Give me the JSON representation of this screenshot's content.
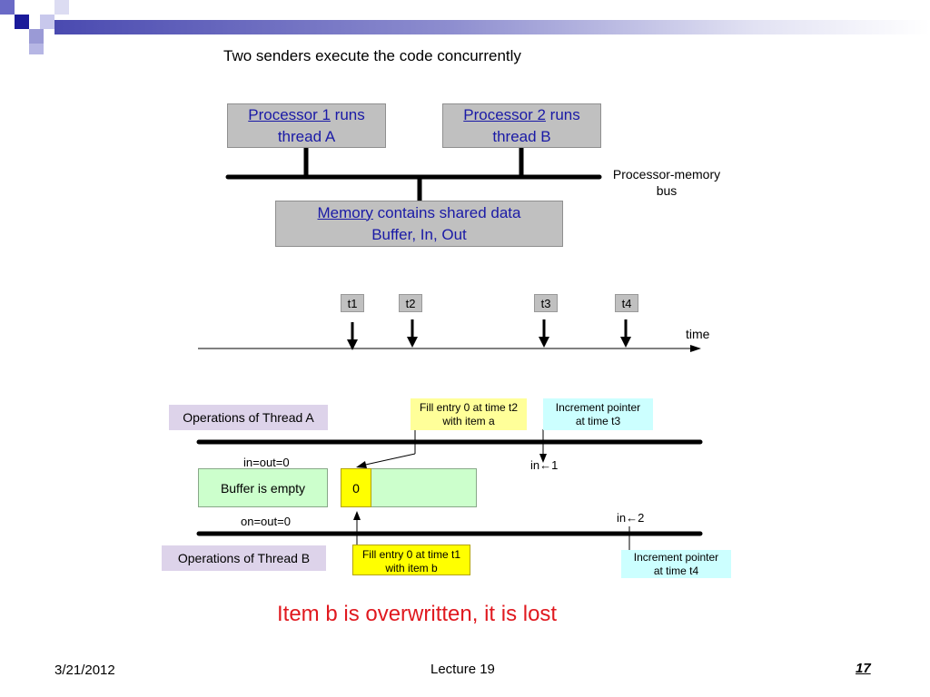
{
  "title": "Two senders execute the code concurrently",
  "processor1": {
    "link": "Processor 1",
    "rest": " runs",
    "line2": "thread A"
  },
  "processor2": {
    "link": "Processor 2",
    "rest": " runs",
    "line2": "thread B"
  },
  "memory": {
    "link": "Memory",
    "rest": " contains shared data",
    "line2": "Buffer, In, Out"
  },
  "bus_label": {
    "line1": "Processor-memory",
    "line2": "bus"
  },
  "timeline": {
    "marks": [
      "t1",
      "t2",
      "t3",
      "t4"
    ],
    "axis_label": "time"
  },
  "thread_a": {
    "label": "Operations of Thread A",
    "note_fill": {
      "line1": "Fill entry 0 at time t2",
      "line2": "with item a"
    },
    "note_increment": {
      "line1": "Increment pointer",
      "line2": "at time t3"
    },
    "in_update": "in←1"
  },
  "thread_b": {
    "label": "Operations of Thread B",
    "note_fill": {
      "line1": "Fill entry 0 at time t1",
      "line2": "with item b"
    },
    "note_increment": {
      "line1": "Increment pointer",
      "line2": "at time t4"
    },
    "in_update": "in←2"
  },
  "buffer": {
    "state_top": "in=out=0",
    "state_bottom": "on=out=0",
    "empty_label": "Buffer is empty",
    "entry0": "0"
  },
  "conclusion": "Item b is overwritten, it is lost",
  "footer": {
    "date": "3/21/2012",
    "lecture": "Lecture 19",
    "page": "17"
  },
  "colors": {
    "accent": "#1a1aa6",
    "conclusion": "#e0191f",
    "header_blue": "#4a4ab0"
  }
}
